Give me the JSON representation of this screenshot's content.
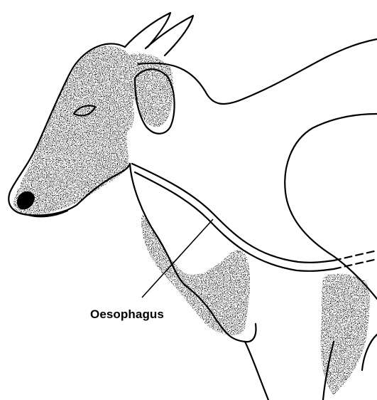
{
  "labels": {
    "oesophagus": "Oesophagus"
  },
  "colors": {
    "background": "#ffffff",
    "ink": "#000000"
  },
  "illustration": {
    "subject": "cow-head-and-neck",
    "icon": "cow-illustration"
  }
}
